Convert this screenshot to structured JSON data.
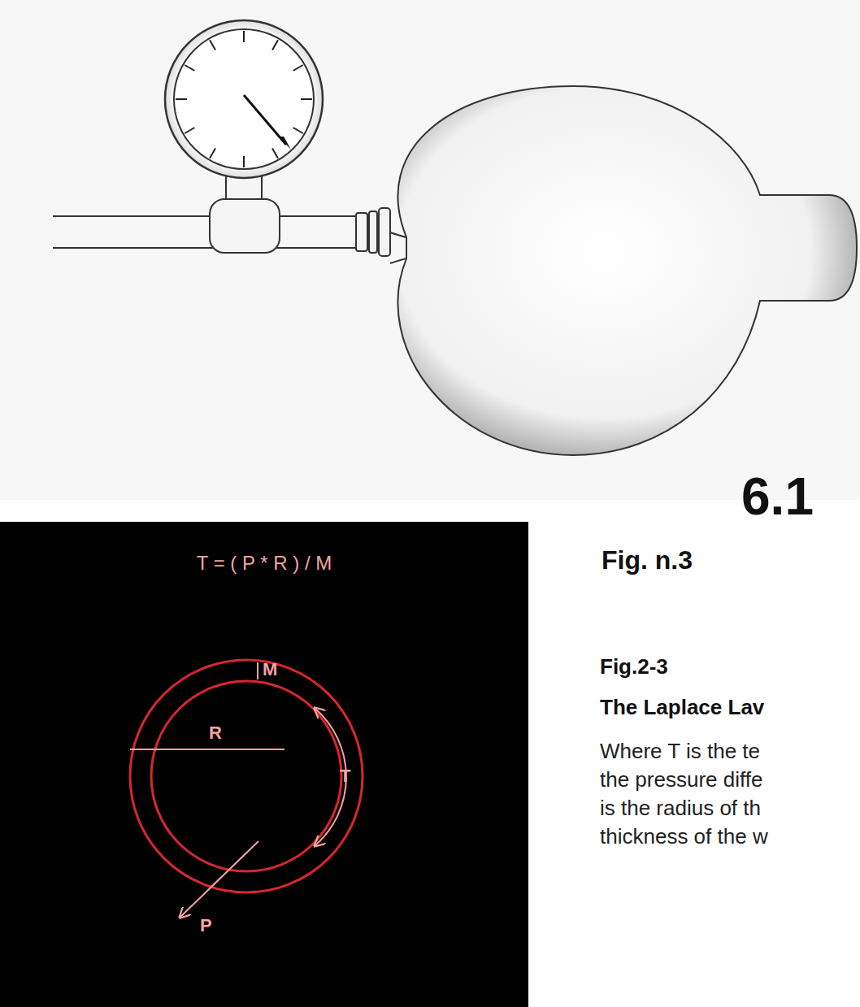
{
  "diagram": {
    "labels": [
      "6.1",
      "T = ( P * R ) / M",
      "M",
      "R",
      "T",
      "P",
      "Fig. n.3",
      "Fig.2-3",
      "The Laplace Lav",
      "Where T is the te",
      "the pressure diffe",
      "is the radius of th",
      "thickness of the w"
    ]
  }
}
